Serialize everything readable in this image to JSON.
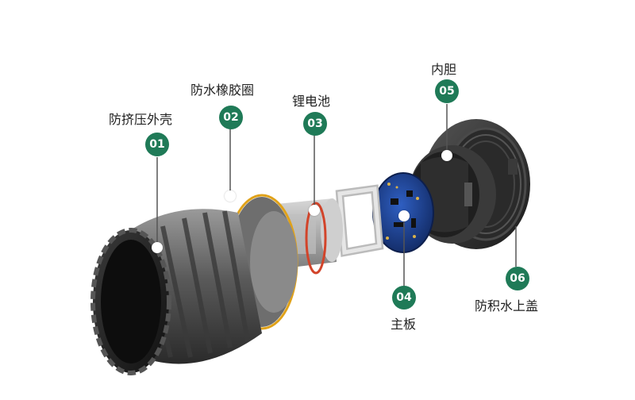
{
  "colors": {
    "badge": "#1f7a57",
    "leader_line": "#555555",
    "housing_dark": "#2b2b2b",
    "housing_light": "#8a8a8a",
    "pcb": "#1c3f8c",
    "gasket": "#e0a21a",
    "background": "#ffffff"
  },
  "parts": [
    {
      "id": "01",
      "label": "防挤压外壳"
    },
    {
      "id": "02",
      "label": "防水橡胶圈"
    },
    {
      "id": "03",
      "label": "锂电池"
    },
    {
      "id": "04",
      "label": "主板"
    },
    {
      "id": "05",
      "label": "内胆"
    },
    {
      "id": "06",
      "label": "防积水上盖"
    }
  ]
}
